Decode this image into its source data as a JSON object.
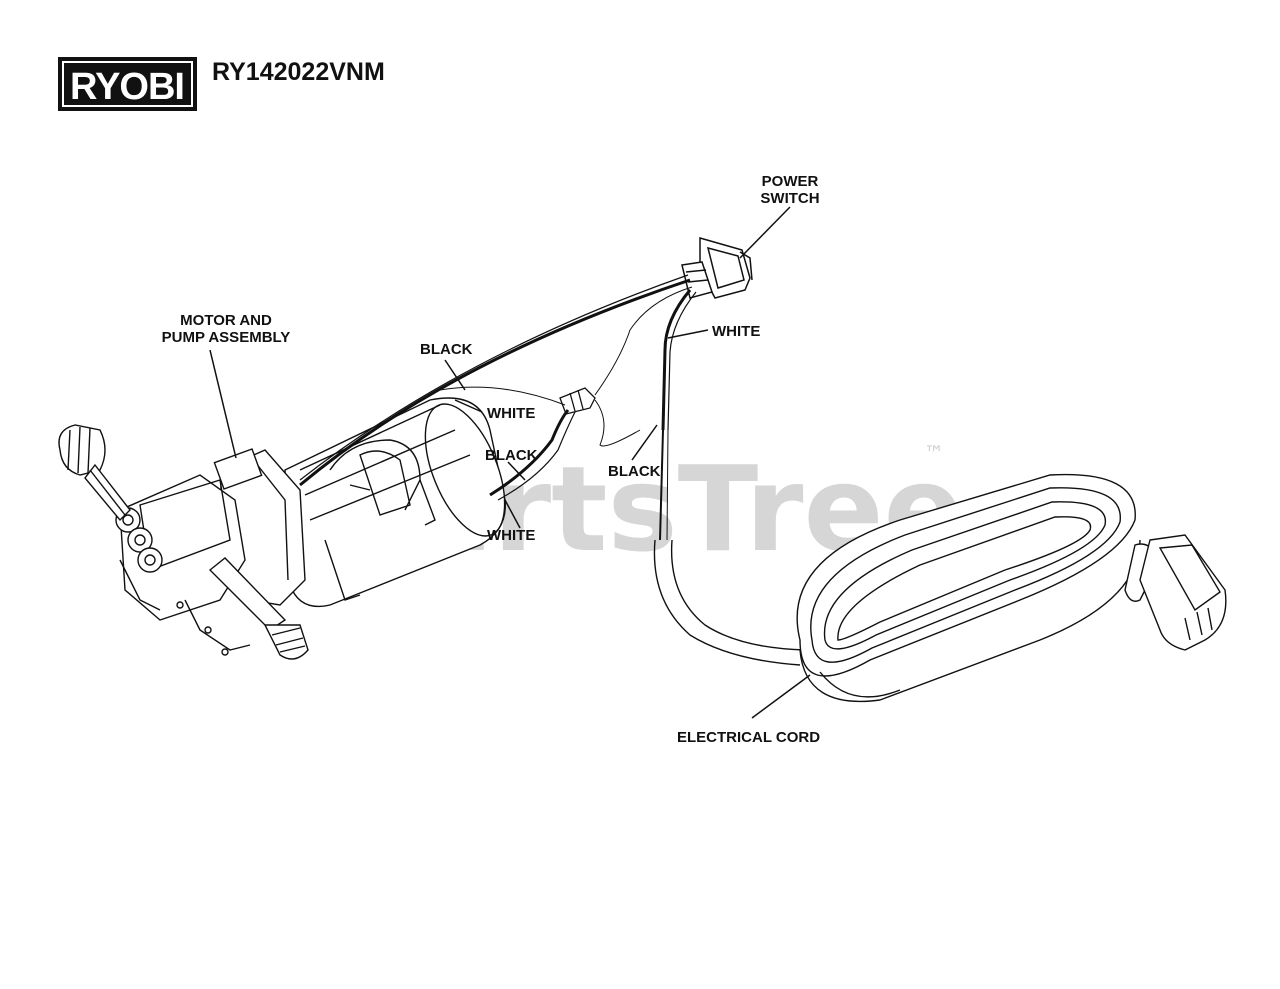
{
  "brand": {
    "logo": "RYOBI",
    "model": "RY142022VNM"
  },
  "watermark": {
    "text": "PartsTree",
    "trademark": "™"
  },
  "labels": {
    "power_switch": [
      "POWER",
      "SWITCH"
    ],
    "motor_pump": [
      "MOTOR AND",
      "PUMP ASSEMBLY"
    ],
    "black_1": "BLACK",
    "white_1": "WHITE",
    "white_2": "WHITE",
    "black_2": "BLACK",
    "white_3": "WHITE",
    "black_3": "BLACK",
    "electrical_cord": "ELECTRICAL CORD"
  }
}
